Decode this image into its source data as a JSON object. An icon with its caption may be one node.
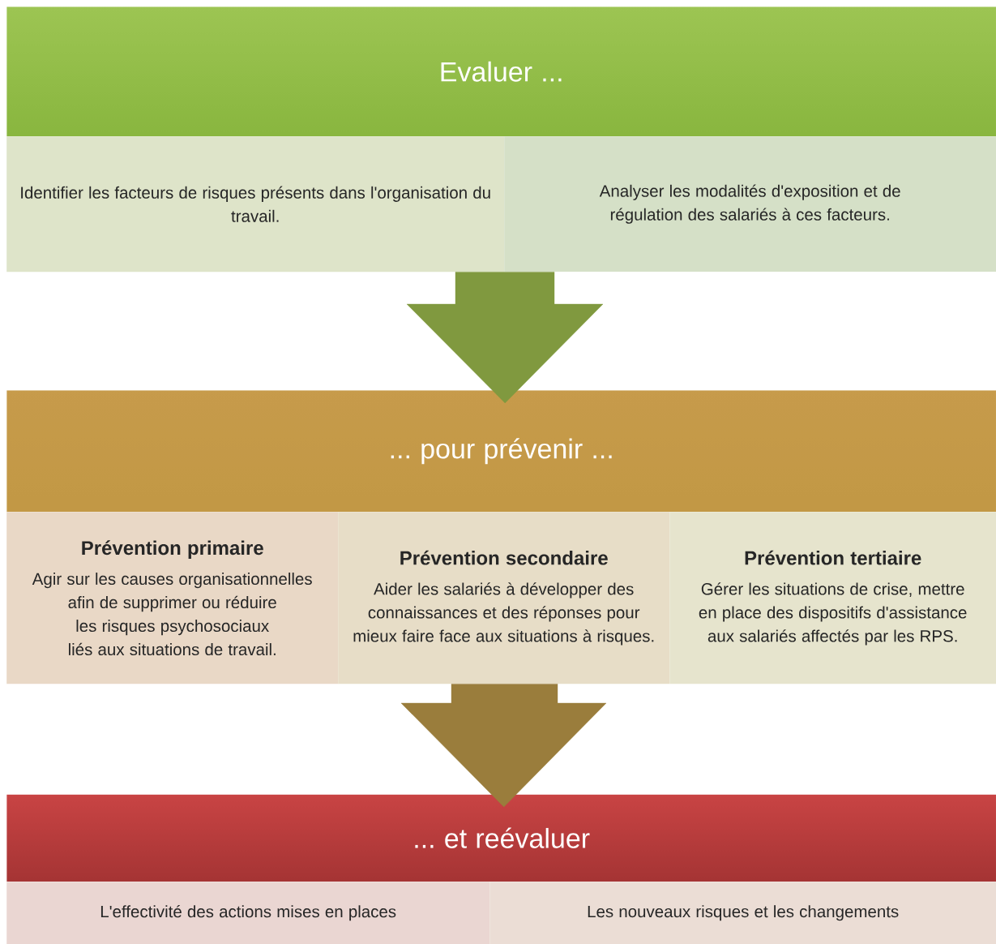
{
  "diagram": {
    "nodes": [
      {
        "text": [
          "Evaluer ..."
        ]
      },
      {
        "text": [
          "Identifier les facteurs de risques présents dans l'organisation du travail."
        ]
      },
      {
        "text": [
          "Analyser les modalités d'exposition et de régulation des salariés à ces facteurs."
        ]
      },
      {
        "text": [
          "... pour prévenir ..."
        ]
      },
      {
        "text": [
          "Prévention primaire",
          "Agir sur les causes organisationnelles afin de supprimer ou réduire les risques psychosociaux liés aux situations de travail."
        ]
      },
      {
        "text": [
          "Prévention secondaire",
          "Aider les salariés à développer des connaissances et des réponses pour mieux faire face aux situations à risques."
        ]
      },
      {
        "text": [
          "Prévention tertiaire",
          "Gérer les situations de crise, mettre en place des dispositifs d'assistance aux salariés affectés par les RPS."
        ]
      },
      {
        "text": [
          "... et reévaluer"
        ]
      },
      {
        "text": [
          "L'effectivité des actions mises en places"
        ]
      },
      {
        "text": [
          "Les nouveaux risques et les changements"
        ]
      }
    ],
    "edges": [
      {
        "from": 1,
        "to": 3,
        "arrow": "to"
      },
      {
        "from": 2,
        "to": 3,
        "arrow": "to"
      },
      {
        "from": 5,
        "to": 7,
        "arrow": "to"
      }
    ]
  }
}
